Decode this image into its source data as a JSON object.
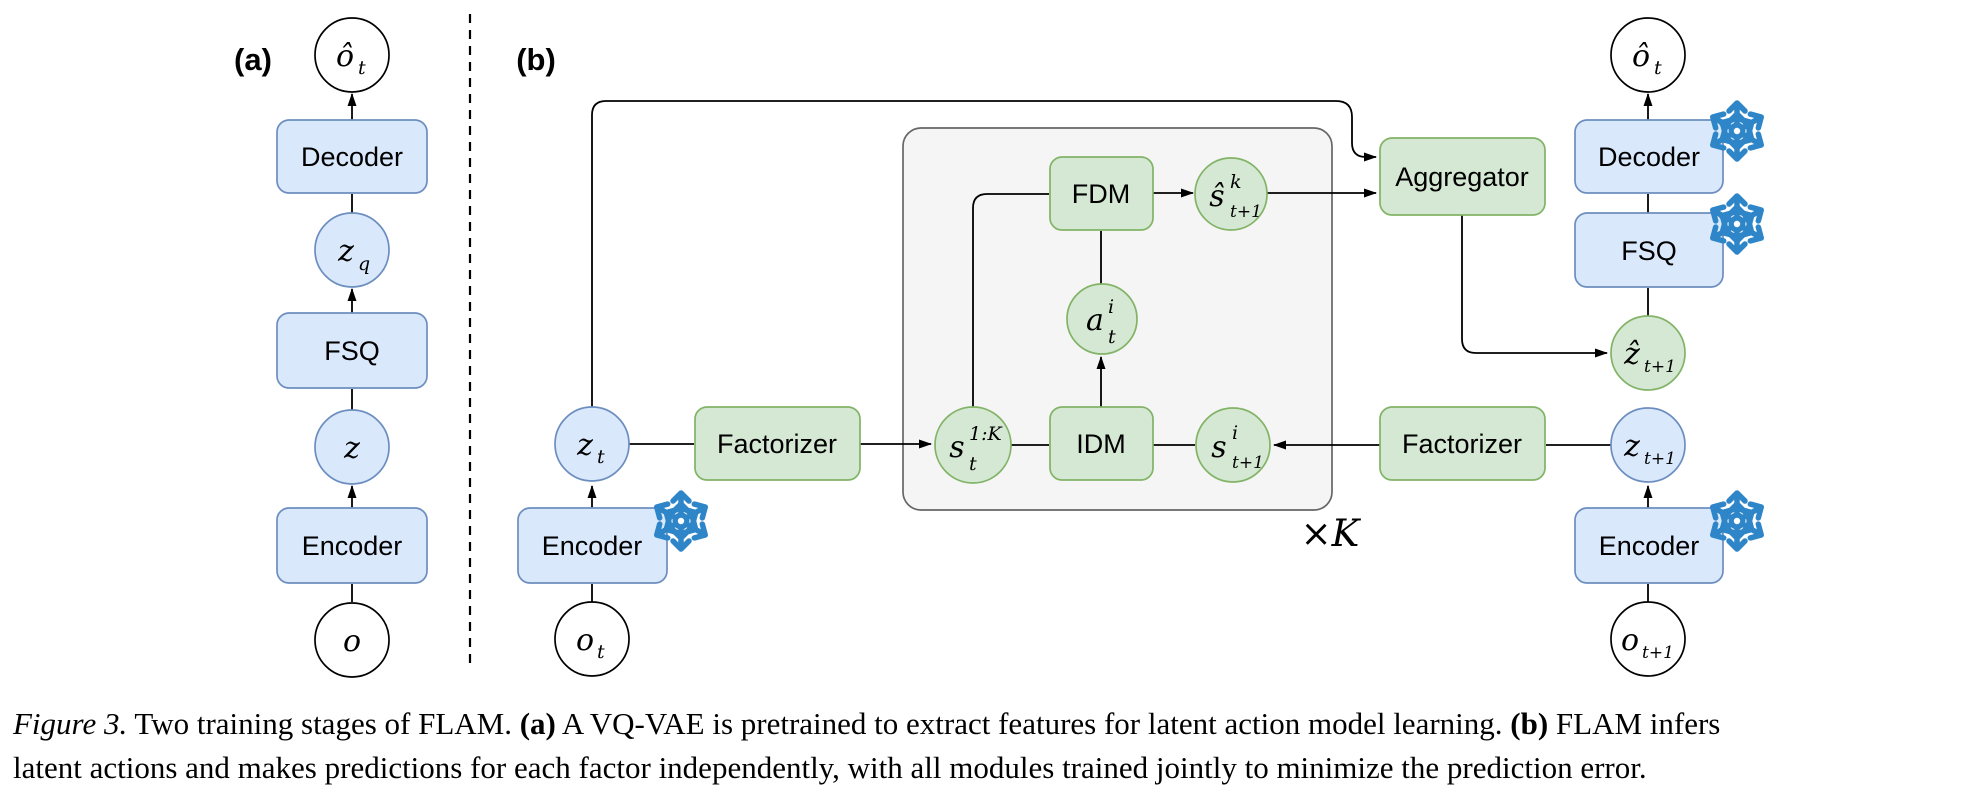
{
  "colors": {
    "blue_fill": "#DAE8FC",
    "blue_stroke": "#6C8EBF",
    "green_fill": "#D5E8D4",
    "green_stroke": "#82B366",
    "gray_fill": "#F5F5F5",
    "gray_stroke": "#666666",
    "white_fill": "#FFFFFF",
    "line": "#000000",
    "snowflake": "#2E86C8",
    "text": "#000000"
  },
  "panel_a": {
    "label": "(a)",
    "nodes": {
      "o_hat": {
        "base": "ô",
        "sub": "t"
      },
      "decoder": "Decoder",
      "z_q": {
        "base": "z",
        "sub": "q"
      },
      "fsq": "FSQ",
      "z": {
        "base": "z"
      },
      "encoder": "Encoder",
      "o": {
        "base": "o"
      }
    }
  },
  "panel_b": {
    "label": "(b)",
    "repeat_label": "×K",
    "nodes": {
      "o_t": {
        "base": "o",
        "sub": "t"
      },
      "encoder_left": "Encoder",
      "z_t": {
        "base": "z",
        "sub": "t"
      },
      "factorizer_left": "Factorizer",
      "s_t": {
        "base": "s",
        "sup": "1:K",
        "sub": "t"
      },
      "fdm": "FDM",
      "a_t": {
        "base": "a",
        "sup": "i",
        "sub": "t"
      },
      "idm": "IDM",
      "s_hat_next": {
        "base": "ŝ",
        "sup": "k",
        "sub": "t+1"
      },
      "s_next": {
        "base": "s",
        "sup": "i",
        "sub": "t+1"
      },
      "aggregator": "Aggregator",
      "decoder": "Decoder",
      "fsq": "FSQ",
      "z_hat_next": {
        "base": "ẑ",
        "sub": "t+1"
      },
      "factorizer_right": "Factorizer",
      "z_next": {
        "base": "z",
        "sub": "t+1"
      },
      "encoder_right": "Encoder",
      "o_next": {
        "base": "o",
        "sub": "t+1"
      },
      "o_hat": {
        "base": "ô",
        "sub": "t"
      }
    }
  },
  "caption": {
    "figure_label": "Figure 3.",
    "part1": " Two training stages of FLAM. ",
    "a_bold": "(a)",
    "part2": " A VQ-VAE is pretrained to extract features for latent action model learning. ",
    "b_bold": "(b)",
    "part3": " FLAM infers",
    "line2": "latent actions and makes predictions for each factor independently, with all modules trained jointly to minimize the prediction error."
  }
}
